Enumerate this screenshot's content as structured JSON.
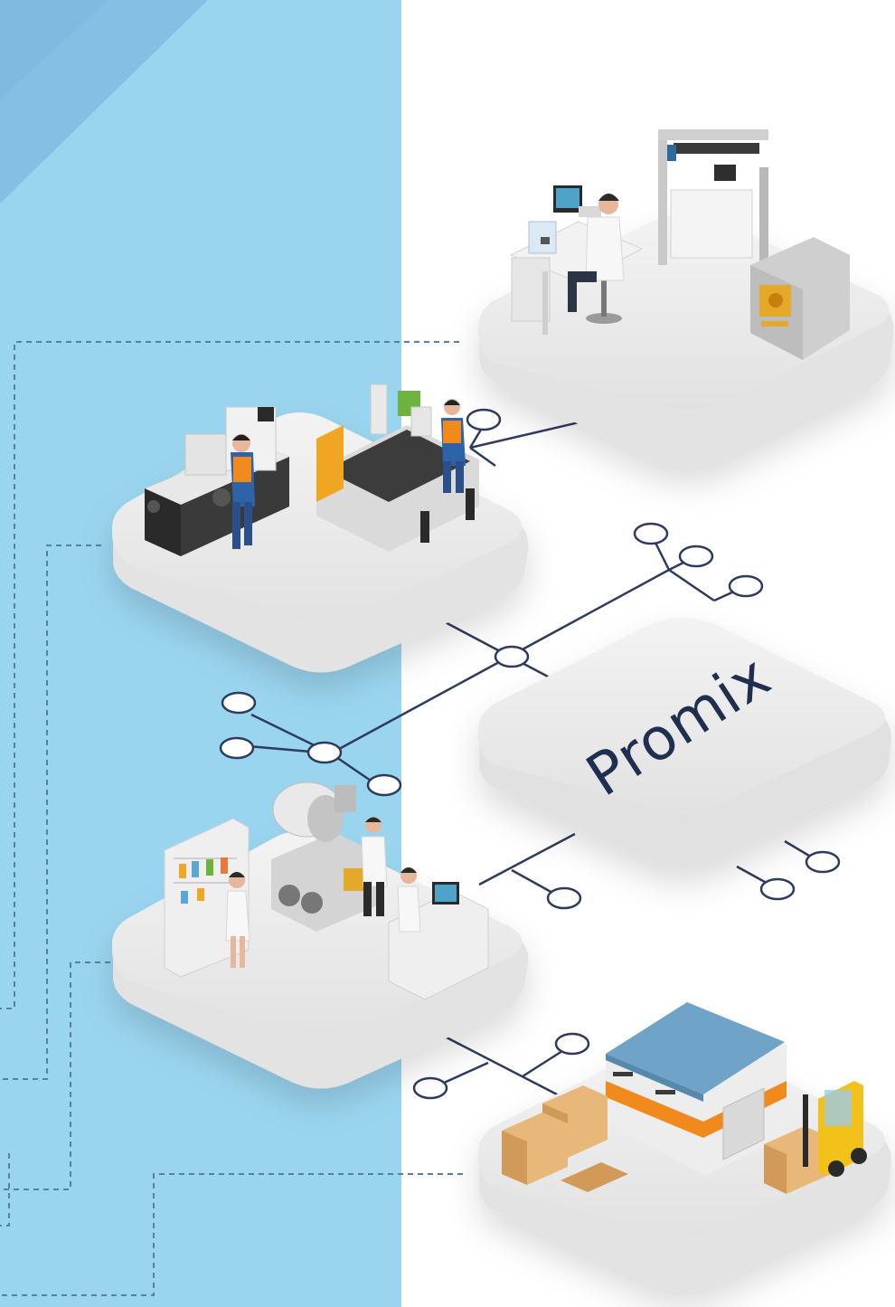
{
  "brand": {
    "name": "Promix",
    "color": "#1f2f4f"
  },
  "colors": {
    "left_panel": "#9ad5ef",
    "left_panel_dark": "#86bfe3",
    "connector_line": "#2d3c5e",
    "dashed_line": "#5b7ea1",
    "platform": "#ececec",
    "platform_side": "#d6d6d6",
    "warehouse_roof": "#6fa3c7",
    "warehouse_stripe": "#f08a1c"
  },
  "scenes": [
    {
      "id": "lab-3d-printing",
      "icon": "lab-workstation-3d-printer-icon"
    },
    {
      "id": "machining",
      "icon": "lathe-cnc-cutter-icon"
    },
    {
      "id": "brand-hub",
      "icon": "promix-hub-icon"
    },
    {
      "id": "laboratory",
      "icon": "laboratory-mixer-icon"
    },
    {
      "id": "warehouse",
      "icon": "warehouse-forklift-icon"
    }
  ]
}
